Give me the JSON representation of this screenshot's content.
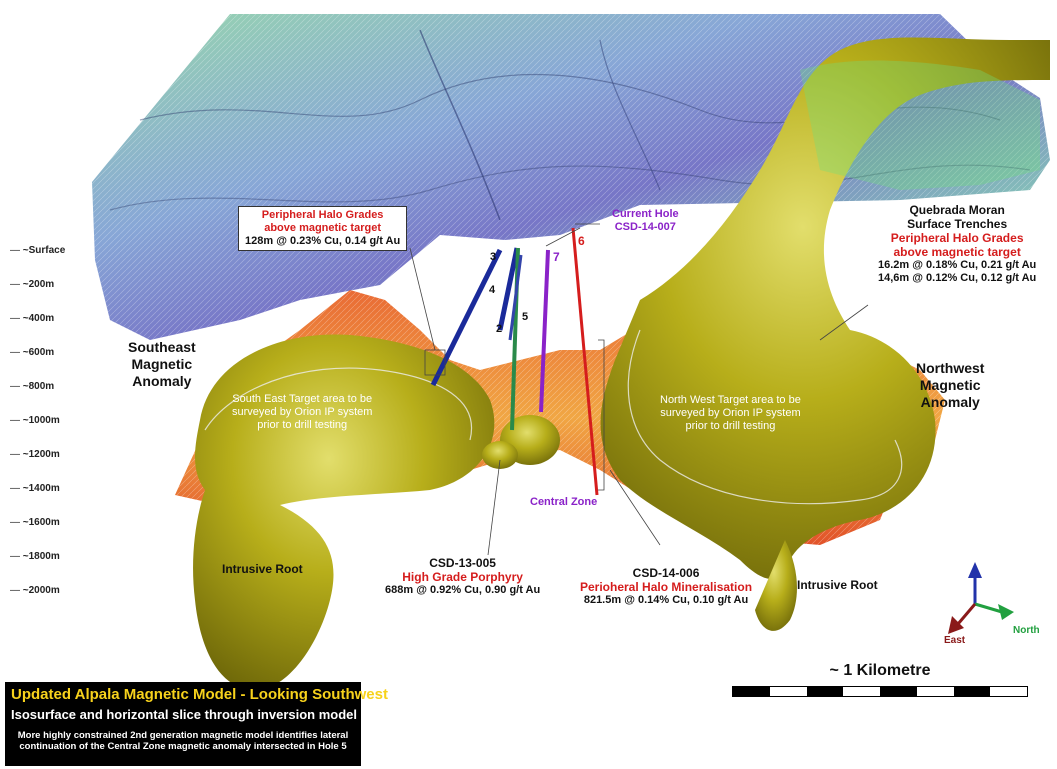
{
  "depth_scale": [
    "~Surface",
    "~200m",
    "~400m",
    "~600m",
    "~800m",
    "~1000m",
    "~1200m",
    "~1400m",
    "~1600m",
    "~1800m",
    "~2000m"
  ],
  "anomalies": {
    "southeast": "Southeast\nMagnetic\nAnomaly",
    "northwest": "Northwest\nMagnetic\nAnomaly"
  },
  "target_areas": {
    "south_east": "South East Target area to be\nsurveyed by Orion IP system\nprior to drill testing",
    "north_west": "North West Target area to be\nsurveyed by Orion IP system\nprior to drill testing"
  },
  "callouts": {
    "peripheral_halo_box": {
      "title": "Peripheral Halo Grades\nabove magnetic target",
      "value": "128m @ 0.23% Cu, 0.14 g/t Au"
    },
    "current_hole": {
      "title": "Current Hole",
      "id": "CSD-14-007"
    },
    "quebrada_moran": {
      "title": "Quebrada Moran\nSurface Trenches",
      "subtitle": "Peripheral Halo Grades\nabove magnetic target",
      "value1": "16.2m @ 0.18% Cu, 0.21 g/t Au",
      "value2": "14,6m @ 0.12% Cu, 0.12 g/t Au"
    },
    "csd_13_005": {
      "id": "CSD-13-005",
      "subtitle": "High Grade Porphyry",
      "value": "688m @ 0.92% Cu, 0.90 g/t Au"
    },
    "csd_14_006": {
      "id": "CSD-14-006",
      "subtitle": "Perioheral Halo Mineralisation",
      "value": "821.5m @ 0.14% Cu, 0.10 g/t Au"
    },
    "central_zone": "Central Zone",
    "intrusive_root_left": "Intrusive Root",
    "intrusive_root_right": "Intrusive Root"
  },
  "hole_numbers": [
    "3",
    "4",
    "2",
    "5",
    "7",
    "6"
  ],
  "compass": {
    "east": "East",
    "north": "North"
  },
  "scale_bar": {
    "label": "~ 1 Kilometre"
  },
  "legend": {
    "title": "Updated Alpala Magnetic Model - Looking Southwest",
    "subtitle": "Isosurface and horizontal slice through inversion model",
    "note": "More highly constrained 2nd generation magnetic model identifies lateral continuation of the Central Zone magnetic anomaly intersected in Hole 5"
  },
  "colors": {
    "isosurface": "#a9a214",
    "slice": "#e07a22",
    "terrain_green": "#7fc49a",
    "terrain_blue": "#6a6fc4",
    "red_text": "#d51d1d",
    "purple_text": "#8a22c8",
    "legend_title": "#f7d21c"
  }
}
